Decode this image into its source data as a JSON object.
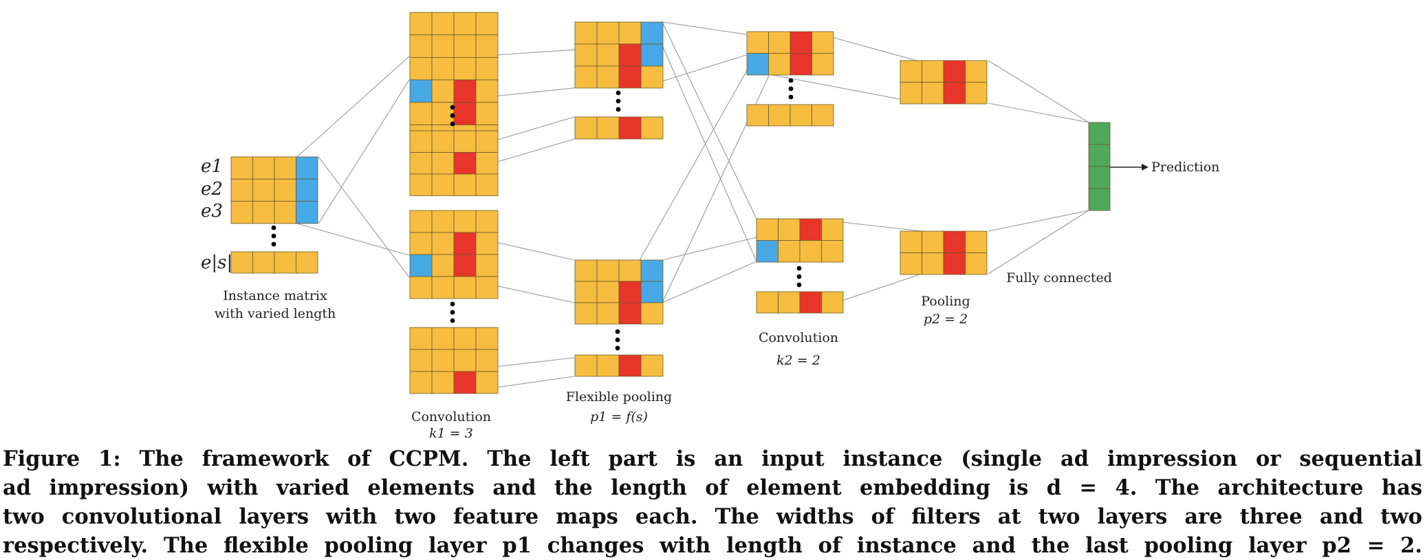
{
  "labels": {
    "e1": "e1",
    "e2": "e2",
    "e3": "e3",
    "es": "e|s|",
    "instance_line1": "Instance matrix",
    "instance_line2": "with varied length",
    "conv1_line1": "Convolution",
    "conv1_line2": "k1 = 3",
    "flex_line1": "Flexible pooling",
    "flex_line2": "p1 = f(s)",
    "conv2_line1": "Convolution",
    "conv2_line2": "k2 = 2",
    "pool_line1": "Pooling",
    "pool_line2": "p2 = 2",
    "fully_connected": "Fully connected",
    "prediction": "Prediction"
  },
  "colors": {
    "cell": "#F6BD40",
    "blue": "#47A9E6",
    "red": "#E8352A",
    "green": "#4FA85C",
    "line": "#999999",
    "grid": "#6b5a2a"
  },
  "caption": {
    "line1": "Figure 1: The framework of CCPM. The left part is an input instance (single ad impression or sequential",
    "line2": "ad impression) with varied elements and the length of element embedding is d = 4. The architecture has",
    "line3": "two convolutional layers with two feature maps each. The widths of filters at two layers are three and two",
    "line4": "respectively. The flexible pooling layer p1 changes with length of instance and the last pooling layer p2 = 2."
  }
}
